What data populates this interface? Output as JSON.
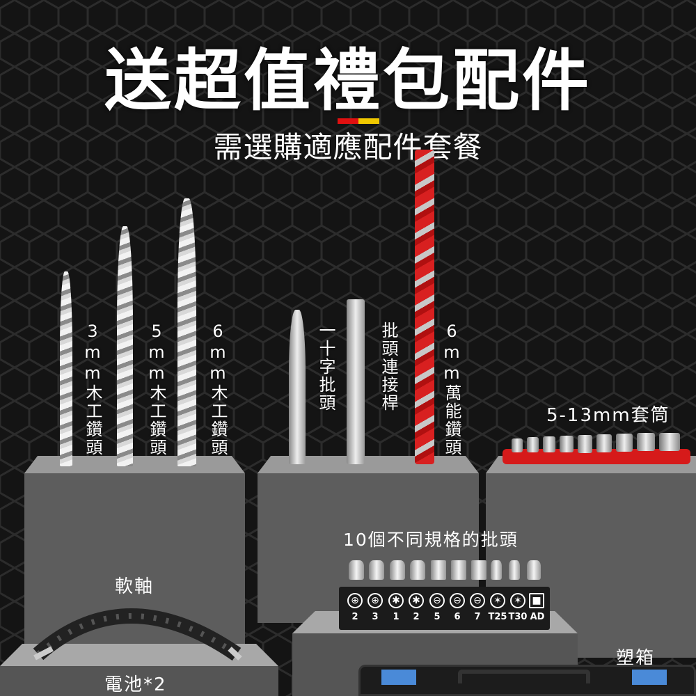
{
  "header": {
    "title": "送超值禮包配件",
    "subtitle": "需選購適應配件套餐",
    "accent_colors": [
      "#e01010",
      "#f0c800"
    ]
  },
  "items": {
    "drill_3mm": "3mm木工鑽頭",
    "drill_5mm": "5mm木工鑽頭",
    "drill_6mm": "6mm木工鑽頭",
    "cross_bit": "一十字批頭",
    "bit_extension": "批頭連接桿",
    "masonry_6mm": "6mm萬能鑽頭",
    "sockets": "5-13mm套筒",
    "bit_set": "10個不同規格的批頭",
    "flex_shaft": "軟軸",
    "battery": "電池*2",
    "case": "塑箱"
  },
  "bit_set": {
    "bits": [
      {
        "symbol": "⊕",
        "label": "2"
      },
      {
        "symbol": "⊕",
        "label": "3"
      },
      {
        "symbol": "✱",
        "label": "1"
      },
      {
        "symbol": "✱",
        "label": "2"
      },
      {
        "symbol": "⊖",
        "label": "5"
      },
      {
        "symbol": "⊖",
        "label": "6"
      },
      {
        "symbol": "⊖",
        "label": "7"
      },
      {
        "symbol": "✶",
        "label": "T25"
      },
      {
        "symbol": "✶",
        "label": "T30"
      },
      {
        "symbol": "■",
        "label": "AD"
      }
    ]
  }
}
